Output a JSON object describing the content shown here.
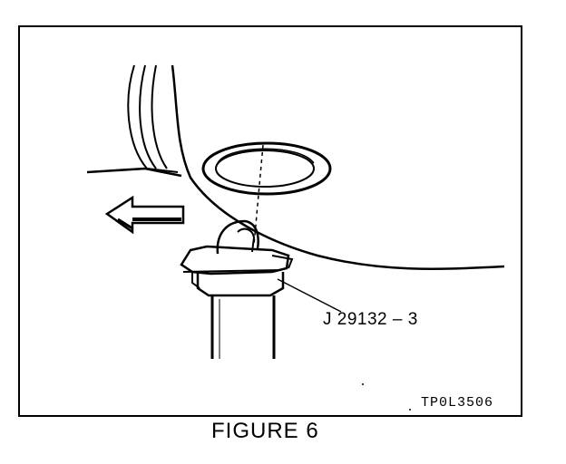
{
  "figure": {
    "part_label": "J 29132 – 3",
    "reference_code": "TP0L3506",
    "caption": "FIGURE 6"
  },
  "icons": [
    "direction-arrow-icon",
    "hose-clamp-tool-icon"
  ]
}
